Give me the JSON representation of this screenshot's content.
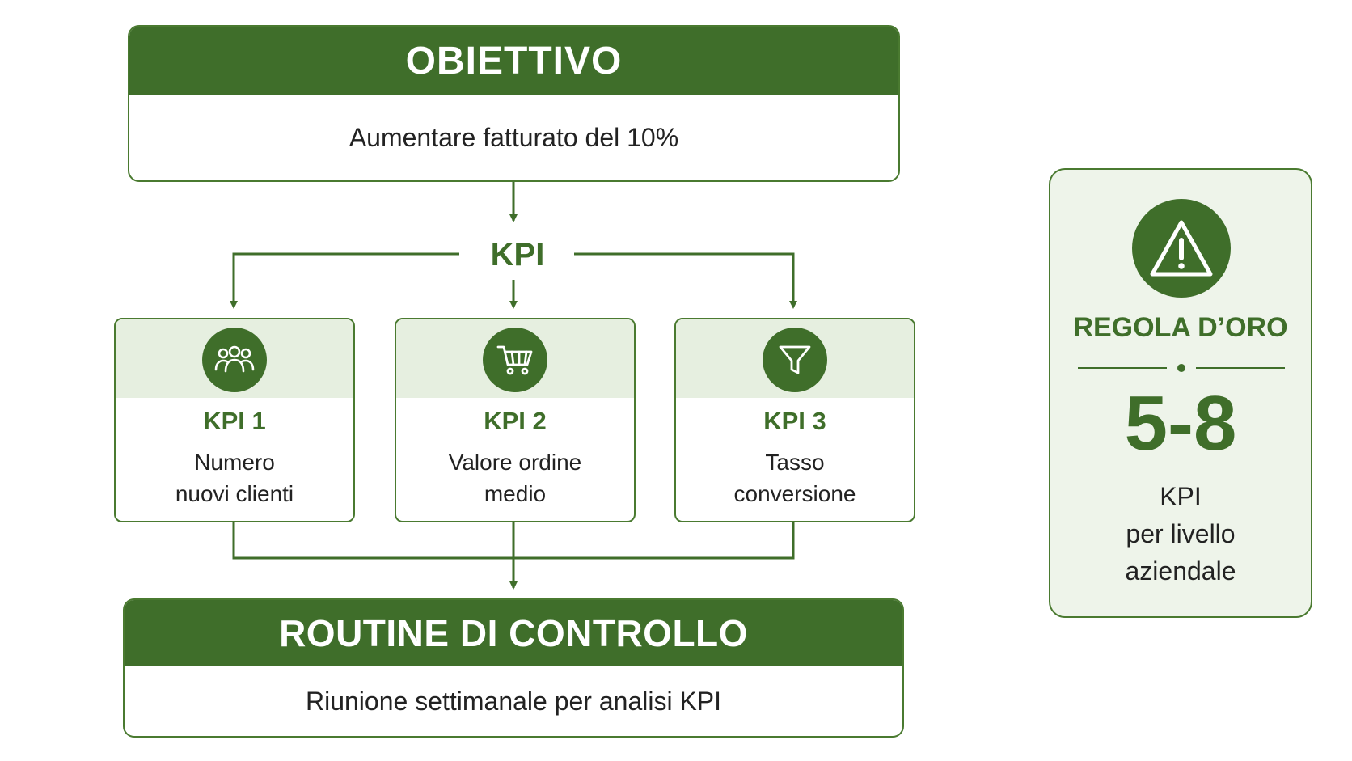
{
  "goal": {
    "header": "OBIETTIVO",
    "text": "Aumentare fatturato del 10%"
  },
  "kpi_label": "KPI",
  "kpis": [
    {
      "title": "KPI 1",
      "line1": "Numero",
      "line2": "nuovi clienti",
      "icon": "people-icon"
    },
    {
      "title": "KPI 2",
      "line1": "Valore ordine",
      "line2": "medio",
      "icon": "shopping-cart-icon"
    },
    {
      "title": "KPI 3",
      "line1": "Tasso",
      "line2": "conversione",
      "icon": "funnel-icon"
    }
  ],
  "routine": {
    "header": "ROUTINE DI CONTROLLO",
    "text": "Riunione settimanale per analisi KPI"
  },
  "rule": {
    "title": "REGOLA D’ORO",
    "range": "5-8",
    "line1": "KPI",
    "line2": "per livello",
    "line3": "aziendale",
    "icon": "warning-icon"
  },
  "colors": {
    "primary": "#3f6e2a",
    "border": "#4a7a30",
    "light_band": "#e6efe0",
    "panel_bg": "#eef4ea",
    "text": "#222222"
  }
}
